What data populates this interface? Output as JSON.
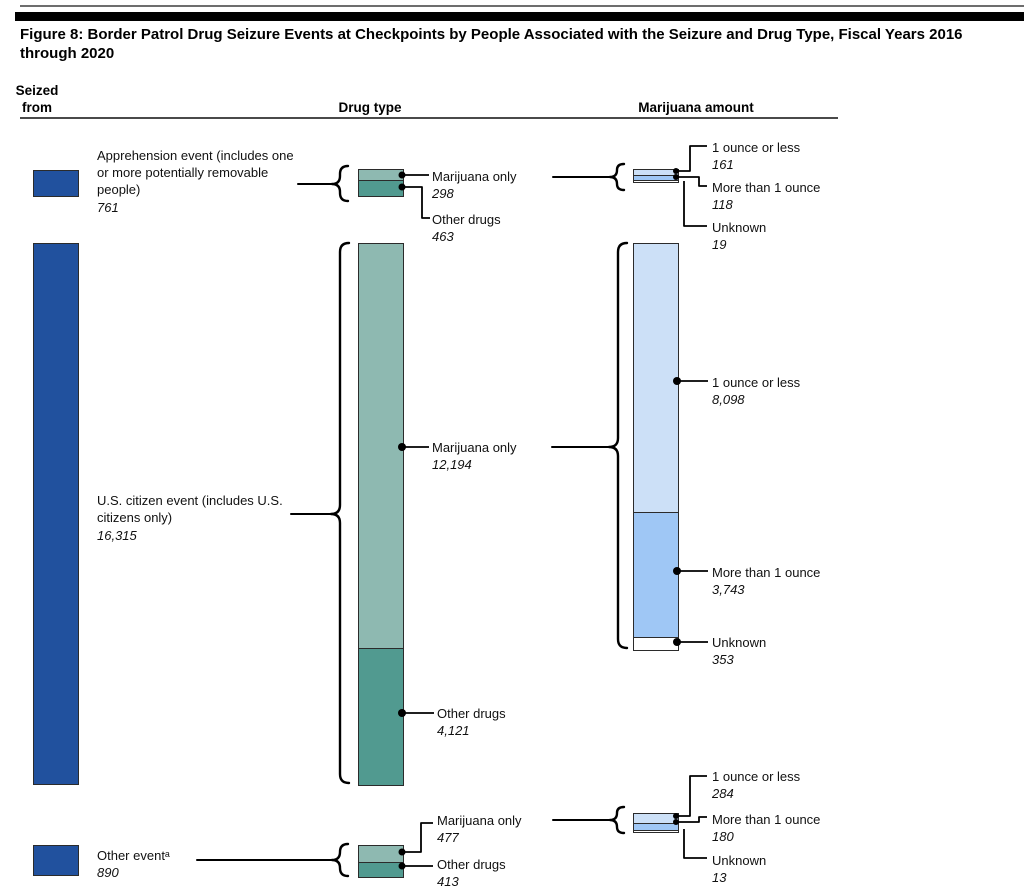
{
  "figure": {
    "title": "Figure 8: Border Patrol Drug Seizure Events at Checkpoints by People Associated with the Seizure and Drug Type, Fiscal Years 2016 through 2020"
  },
  "columns": {
    "seized_from": "Seized from",
    "drug_type": "Drug type",
    "marijuana_amount": "Marijuana amount"
  },
  "colors": {
    "seized_bar": "#21519E",
    "marijuana_only": "#8EB9B1",
    "other_drugs": "#519A90",
    "one_ounce_or_less": "#CCE0F7",
    "more_than_1_ounce": "#9FC7F5",
    "unknown": "#FFFFFF"
  },
  "sections": {
    "apprehension": {
      "label": "Apprehension event (includes one or more potentially removable people)",
      "total": "761",
      "drug_type": {
        "marijuana_only_label": "Marijuana only",
        "marijuana_only_value": "298",
        "other_drugs_label": "Other drugs",
        "other_drugs_value": "463"
      },
      "marijuana_amount": {
        "one_ounce_label": "1 ounce or less",
        "one_ounce_value": "161",
        "more_than_label": "More than 1 ounce",
        "more_than_value": "118",
        "unknown_label": "Unknown",
        "unknown_value": "19"
      }
    },
    "us_citizen": {
      "label": "U.S. citizen event (includes U.S. citizens only)",
      "total": "16,315",
      "drug_type": {
        "marijuana_only_label": "Marijuana only",
        "marijuana_only_value": "12,194",
        "other_drugs_label": "Other drugs",
        "other_drugs_value": "4,121"
      },
      "marijuana_amount": {
        "one_ounce_label": "1 ounce or less",
        "one_ounce_value": "8,098",
        "more_than_label": "More than 1 ounce",
        "more_than_value": "3,743",
        "unknown_label": "Unknown",
        "unknown_value": "353"
      }
    },
    "other": {
      "label": "Other eventᵃ",
      "total": "890",
      "drug_type": {
        "marijuana_only_label": "Marijuana only",
        "marijuana_only_value": "477",
        "other_drugs_label": "Other drugs",
        "other_drugs_value": "413"
      },
      "marijuana_amount": {
        "one_ounce_label": "1 ounce or less",
        "one_ounce_value": "284",
        "more_than_label": "More than 1 ounce",
        "more_than_value": "180",
        "unknown_label": "Unknown",
        "unknown_value": "13"
      }
    }
  },
  "chart_data": {
    "type": "bar",
    "subtype": "hierarchical-stacked-bars",
    "title": "Figure 8: Border Patrol Drug Seizure Events at Checkpoints by People Associated with the Seizure and Drug Type, Fiscal Years 2016 through 2020",
    "columns": [
      "Seized from",
      "Drug type",
      "Marijuana amount"
    ],
    "hierarchy": [
      {
        "seized_from": "Apprehension event (includes one or more potentially removable people)",
        "events": 761,
        "drug_type": {
          "marijuana_only": 298,
          "other_drugs": 463
        },
        "marijuana_amount": {
          "one_ounce_or_less": 161,
          "more_than_1_ounce": 118,
          "unknown": 19
        }
      },
      {
        "seized_from": "U.S. citizen event (includes U.S. citizens only)",
        "events": 16315,
        "drug_type": {
          "marijuana_only": 12194,
          "other_drugs": 4121
        },
        "marijuana_amount": {
          "one_ounce_or_less": 8098,
          "more_than_1_ounce": 3743,
          "unknown": 353
        }
      },
      {
        "seized_from": "Other event",
        "events": 890,
        "drug_type": {
          "marijuana_only": 477,
          "other_drugs": 413
        },
        "marijuana_amount": {
          "one_ounce_or_less": 284,
          "more_than_1_ounce": 180,
          "unknown": 13
        }
      }
    ]
  }
}
